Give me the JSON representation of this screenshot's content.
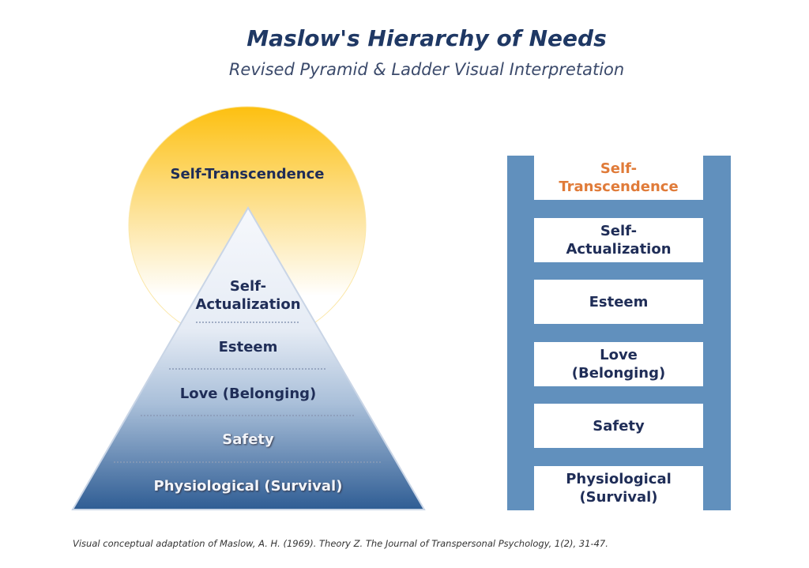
{
  "title": "Maslow's Hierarchy of Needs",
  "subtitle": "Revised Pyramid & Ladder Visual Interpretation",
  "pyramid": {
    "circle_label": "Self-Transcendence",
    "levels": [
      "Self-\nActualization",
      "Esteem",
      "Love (Belonging)",
      "Safety",
      "Physiological (Survival)"
    ]
  },
  "ladder": {
    "rungs": [
      "Self-\nTranscendence",
      "Self-\nActualization",
      "Esteem",
      "Love\n(Belonging)",
      "Safety",
      "Physiological\n(Survival)"
    ]
  },
  "colors": {
    "navy": "#1f2d57",
    "orange": "#e07b39",
    "ladder_blue": "#6190bd",
    "sun": "#fdc010"
  },
  "footer": "Visual conceptual adaptation of Maslow, A. H. (1969). Theory Z. The Journal of Transpersonal Psychology, 1(2), 31-47."
}
